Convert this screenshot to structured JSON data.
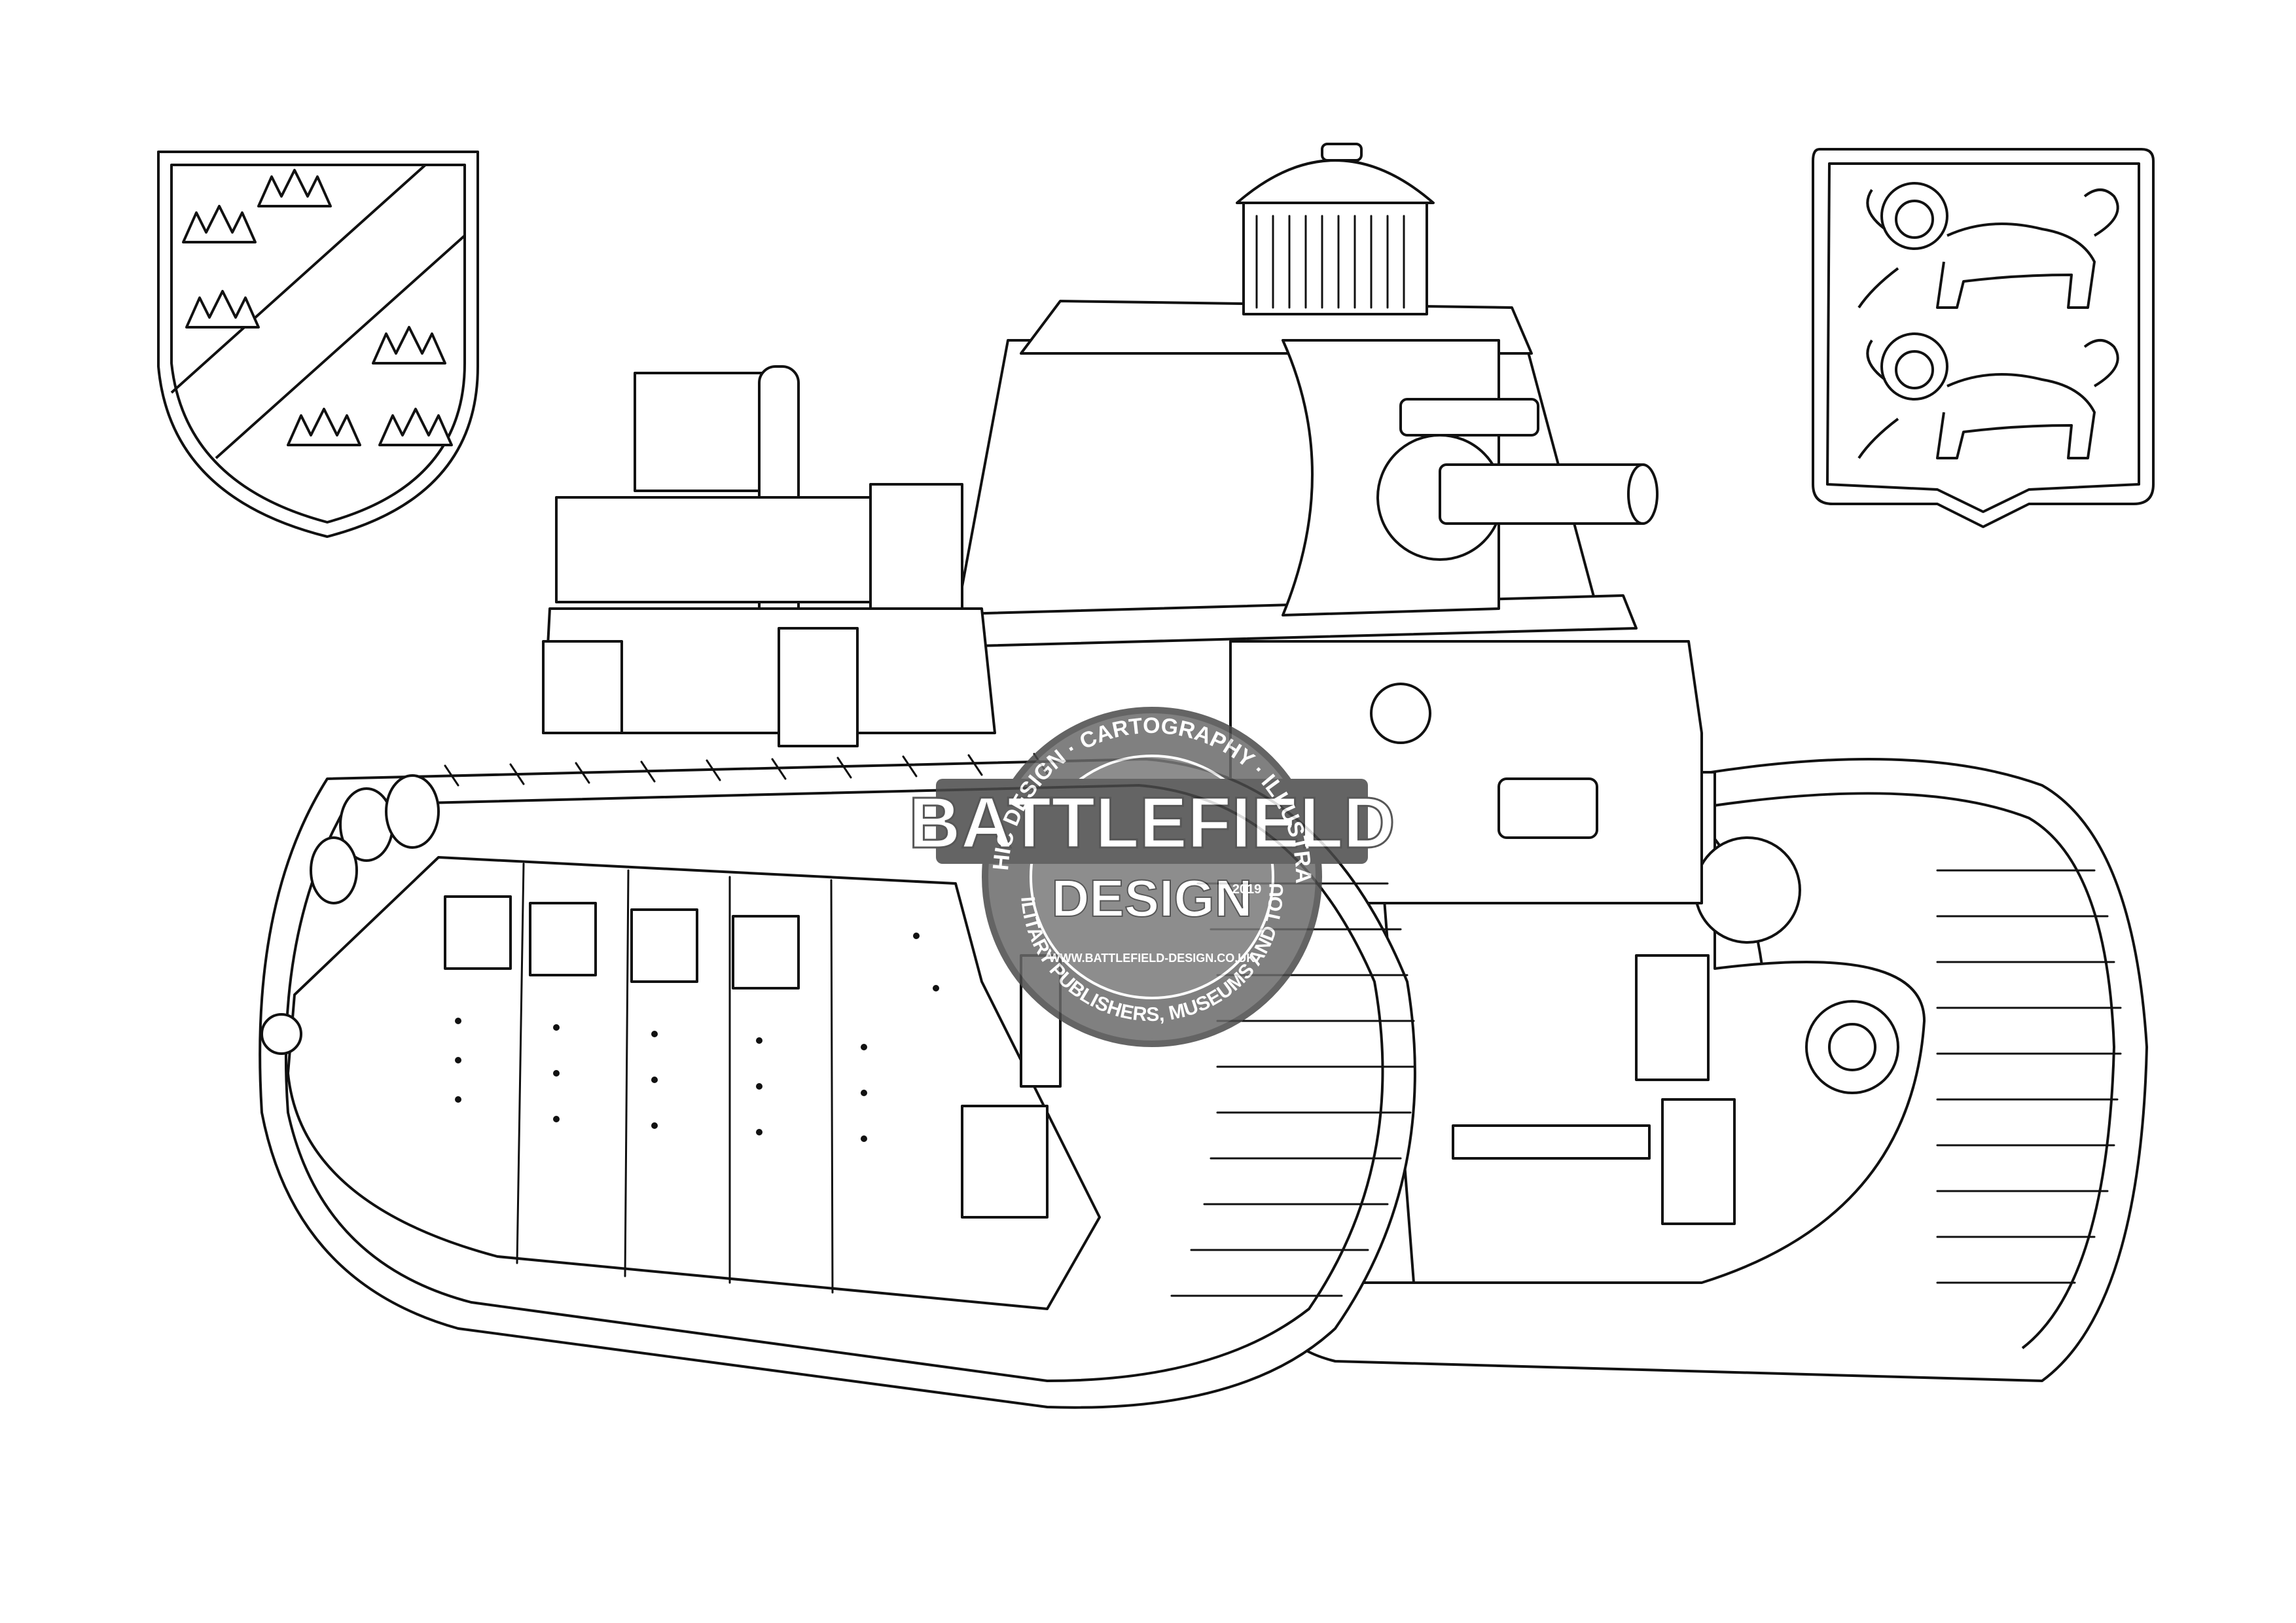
{
  "artwork": {
    "subject": "tank line drawing",
    "background_color": "#ffffff",
    "line_color": "#111111"
  },
  "coat_of_arms_left": {
    "icon": "crowns-bend-shield-icon"
  },
  "coat_of_arms_right": {
    "icon": "two-lions-shield-icon"
  },
  "watermark": {
    "icon": "battlefield-design-seal-icon",
    "color": "#5a5a5a",
    "brand_line_1": "BATTLEFIELD",
    "brand_line_2": "DESIGN",
    "arc_top": "GRAPHIC DESIGN · CARTOGRAPHY · ILLUSTRATION",
    "arc_bottom": "FOR MILITARY PUBLISHERS, MUSEUMS AND TOURISM",
    "website": "WWW.BATTLEFIELD-DESIGN.CO.UK",
    "year": "2019"
  }
}
